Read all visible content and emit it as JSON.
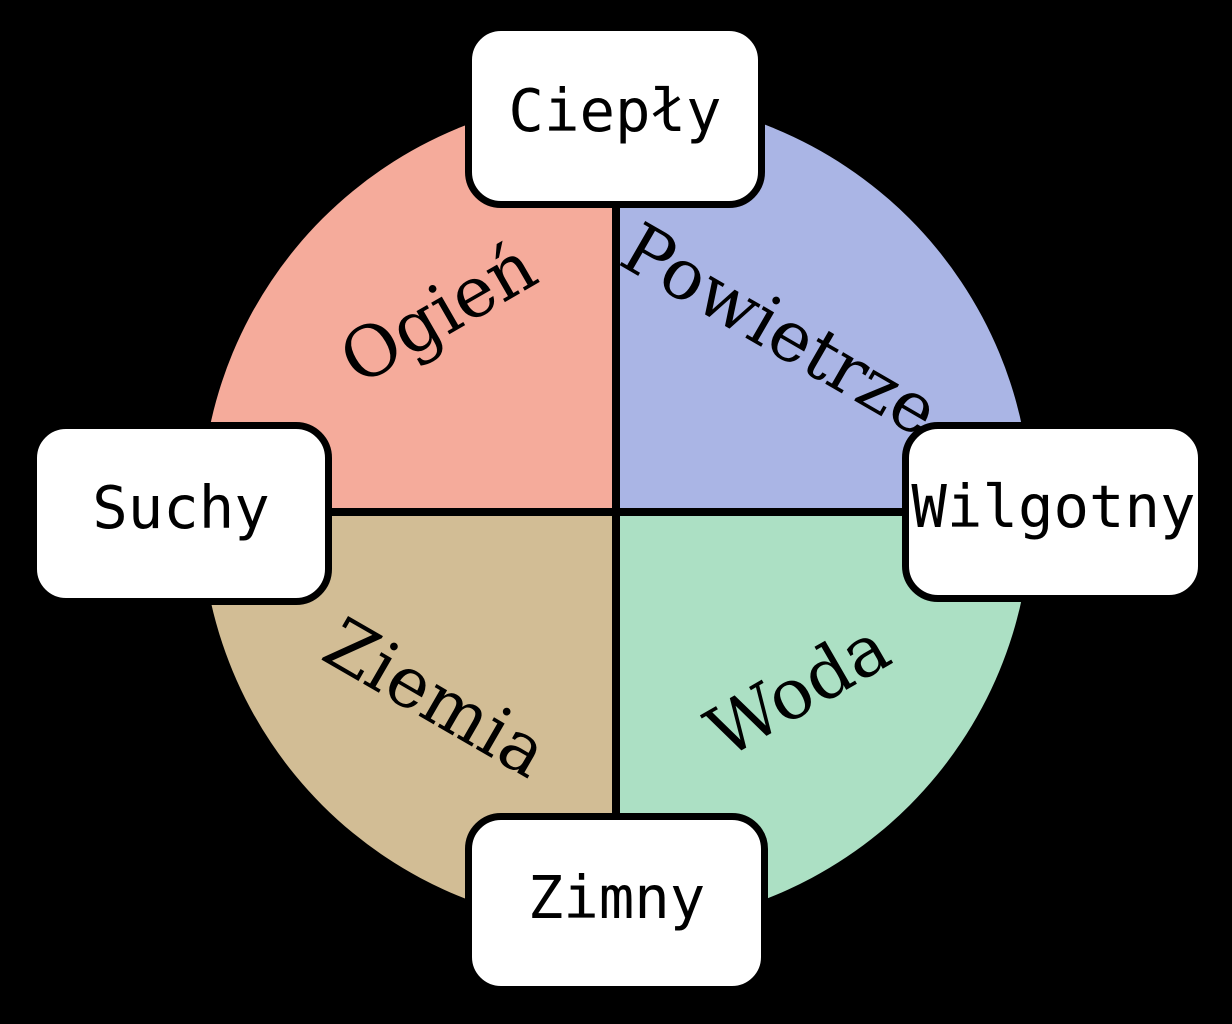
{
  "diagram": {
    "description_colors": {
      "background": "#000000",
      "divider": "#000000",
      "box_fill": "#ffffff",
      "box_border": "#000000",
      "text": "#000000"
    },
    "circle": {
      "quadrants": [
        {
          "id": "fire",
          "label": "Ogień",
          "color": "#F5AB9B",
          "position": "top-left",
          "label_rotation_deg": -30
        },
        {
          "id": "air",
          "label": "Powietrze",
          "color": "#AAB5E5",
          "position": "top-right",
          "label_rotation_deg": 30
        },
        {
          "id": "earth",
          "label": "Ziemia",
          "color": "#D2BD95",
          "position": "bottom-left",
          "label_rotation_deg": 30
        },
        {
          "id": "water",
          "label": "Woda",
          "color": "#ACE0C4",
          "position": "bottom-right",
          "label_rotation_deg": -30
        }
      ]
    },
    "quality_labels": [
      {
        "id": "warm",
        "label": "Ciepły",
        "position": "top"
      },
      {
        "id": "dry",
        "label": "Suchy",
        "position": "left"
      },
      {
        "id": "wet",
        "label": "Wilgotny",
        "position": "right"
      },
      {
        "id": "cold",
        "label": "Zimny",
        "position": "bottom"
      }
    ]
  }
}
